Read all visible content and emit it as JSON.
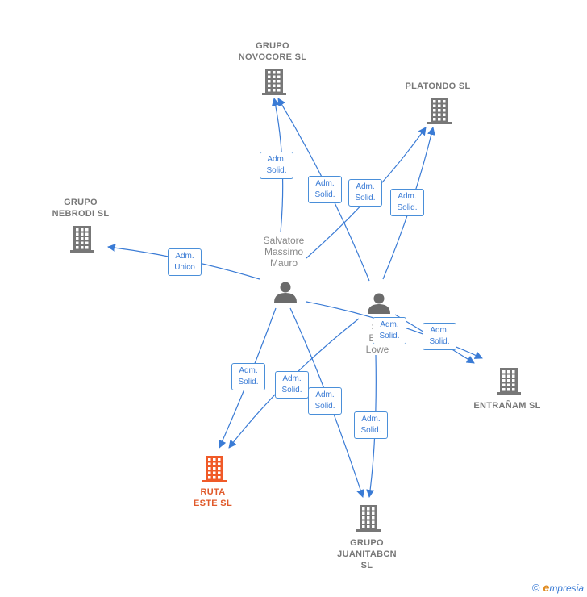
{
  "companies": [
    {
      "id": "novocore",
      "label_lines": [
        "GRUPO",
        "NOVOCORE SL"
      ],
      "highlight": false
    },
    {
      "id": "platondo",
      "label_lines": [
        "PLATONDO  SL"
      ],
      "highlight": false
    },
    {
      "id": "nebrodi",
      "label_lines": [
        "GRUPO",
        "NEBRODI SL"
      ],
      "highlight": false
    },
    {
      "id": "entranam",
      "label_lines": [
        "ENTRAÑAM  SL"
      ],
      "highlight": false
    },
    {
      "id": "ruta",
      "label_lines": [
        "RUTA",
        "ESTE  SL"
      ],
      "highlight": true
    },
    {
      "id": "juanitabcn",
      "label_lines": [
        "GRUPO",
        "JUANITABCN",
        "SL"
      ],
      "highlight": false
    }
  ],
  "persons": [
    {
      "id": "salvatore",
      "label_lines": [
        "Salvatore",
        "Massimo",
        "Mauro"
      ]
    },
    {
      "id": "samuel",
      "label_lines": [
        "Sa",
        "Edu",
        "Lowe"
      ]
    }
  ],
  "edges": [
    {
      "from": "salvatore",
      "to": "novocore",
      "role": [
        "Adm.",
        "Solid."
      ]
    },
    {
      "from": "samuel",
      "to": "novocore",
      "role": [
        "Adm.",
        "Solid."
      ]
    },
    {
      "from": "salvatore",
      "to": "platondo",
      "role": [
        "Adm.",
        "Solid."
      ]
    },
    {
      "from": "samuel",
      "to": "platondo",
      "role": [
        "Adm.",
        "Solid."
      ]
    },
    {
      "from": "salvatore",
      "to": "nebrodi",
      "role": [
        "Adm.",
        "Unico"
      ]
    },
    {
      "from": "salvatore",
      "to": "entranam",
      "role": [
        "Adm.",
        "Solid."
      ]
    },
    {
      "from": "samuel",
      "to": "entranam",
      "role": [
        "Adm.",
        "Solid."
      ]
    },
    {
      "from": "salvatore",
      "to": "ruta",
      "role": [
        "Adm.",
        "Solid."
      ]
    },
    {
      "from": "samuel",
      "to": "ruta",
      "role": [
        "Adm.",
        "Solid."
      ]
    },
    {
      "from": "salvatore",
      "to": "juanitabcn",
      "role": [
        "Adm.",
        "Solid."
      ]
    },
    {
      "from": "samuel",
      "to": "juanitabcn",
      "role": [
        "Adm.",
        "Solid."
      ]
    }
  ],
  "colors": {
    "edge": "#3a7bd5",
    "building": "#777777",
    "building_highlight": "#f05a28",
    "person": "#6b6b6b"
  },
  "credit": {
    "symbol": "©",
    "brand_initial": "e",
    "brand_rest": "mpresia"
  }
}
